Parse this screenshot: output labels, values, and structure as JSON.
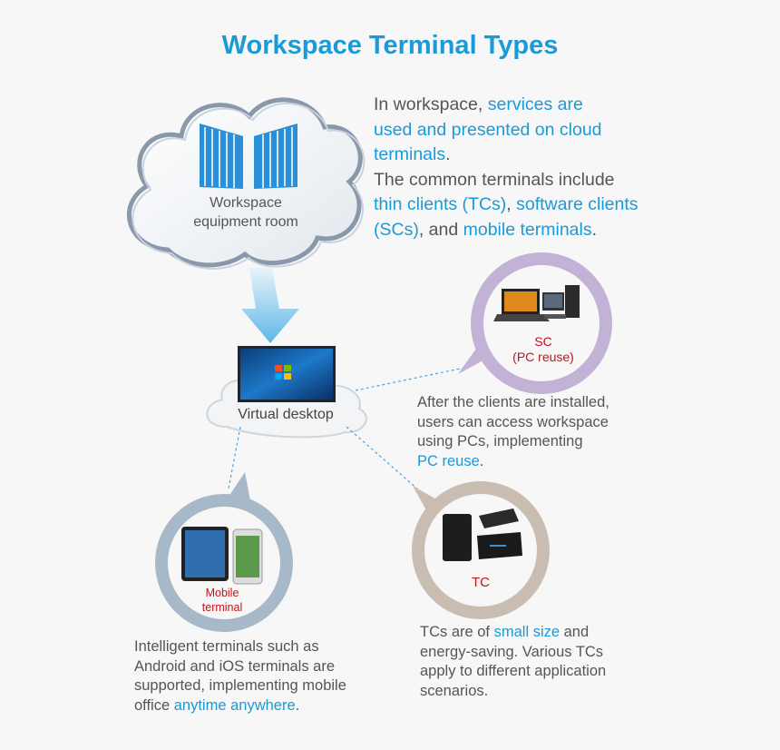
{
  "title": "Workspace Terminal Types",
  "intro": {
    "l1a": "In workspace, ",
    "l1b": "services are",
    "l2": " used and presented on cloud",
    "l3a": "terminals",
    "l3b": ".",
    "l4": "The common terminals include",
    "l5a": "thin clients (TCs)",
    "l5b": ", ",
    "l5c": "software clients",
    "l6a": " (SCs)",
    "l6b": ", and ",
    "l6c": "mobile terminals",
    "l6d": "."
  },
  "cloud": {
    "line1": "Workspace",
    "line2": "equipment room"
  },
  "virtual_desktop": "Virtual desktop",
  "sc": {
    "label1": "SC",
    "label2": "(PC reuse)",
    "desc1": "After the clients are installed,",
    "desc2": "users can access workspace",
    "desc3": " using PCs, implementing",
    "desc4": "PC reuse",
    "desc5": "."
  },
  "tc": {
    "label": "TC",
    "desc1a": "TCs are of ",
    "desc1b": "small size",
    "desc1c": " and",
    "desc2": "energy-saving. Various TCs",
    "desc3": "apply to different application",
    "desc4": "scenarios."
  },
  "mobile": {
    "label1": "Mobile",
    "label2": "terminal",
    "desc1": "Intelligent terminals such as",
    "desc2": "Android and iOS terminals are",
    "desc3": "supported, implementing mobile",
    "desc4a": "office ",
    "desc4b": "anytime anywhere",
    "desc4c": "."
  },
  "colors": {
    "accent": "#1a9ad6",
    "text": "#555555",
    "red_label": "#c0141c",
    "sc_ring": "#c2b2d6",
    "tc_ring": "#c9bcb1",
    "mobile_ring": "#a7b8c8"
  }
}
